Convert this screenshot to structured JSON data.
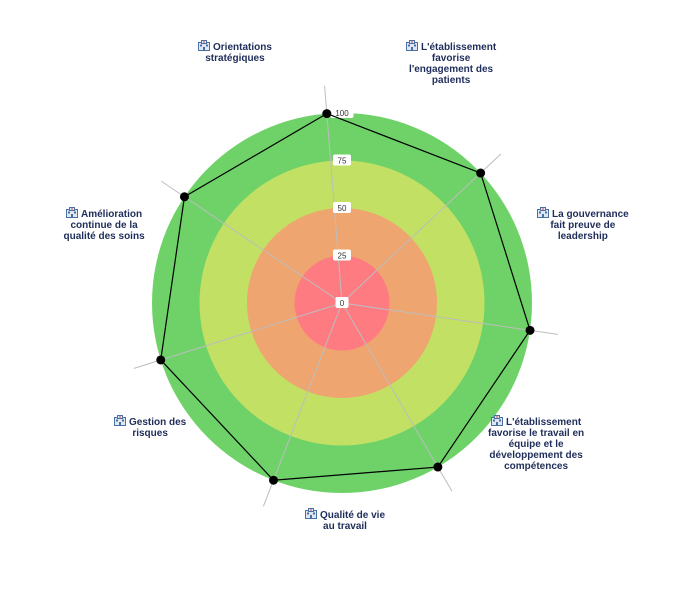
{
  "chart_data": {
    "type": "radar",
    "axes": [
      "Orientations stratégiques",
      "L'établissement favorise l'engagement des patients",
      "La gouvernance fait preuve de leadership",
      "L'établissement favorise le travail en équipe et le développement des compétences",
      "Qualité de vie au travail",
      "Gestion des risques",
      "Amélioration continue de la qualité des soins"
    ],
    "label_lines": [
      [
        "Orientations",
        "stratégiques"
      ],
      [
        "L'établissement",
        "favorise",
        "l'engagement des",
        "patients"
      ],
      [
        "La gouvernance",
        "fait preuve de",
        "leadership"
      ],
      [
        "L'établissement",
        "favorise le travail en",
        "équipe et le",
        "développement des",
        "compétences"
      ],
      [
        "Qualité de vie",
        "au travail"
      ],
      [
        "Gestion des",
        "risques"
      ],
      [
        "Amélioration",
        "continue de la",
        "qualité des soins"
      ]
    ],
    "values": [
      100,
      100,
      100,
      100,
      100,
      100,
      100
    ],
    "rlim": [
      0,
      100
    ],
    "ticks": [
      "0",
      "25",
      "50",
      "75",
      "100"
    ],
    "bands": [
      {
        "from": 0,
        "to": 25,
        "color": "#ff7b82"
      },
      {
        "from": 25,
        "to": 50,
        "color": "#eea570"
      },
      {
        "from": 50,
        "to": 75,
        "color": "#c2e064"
      },
      {
        "from": 75,
        "to": 100,
        "color": "#6ed268"
      }
    ],
    "line_color": "#000000",
    "marker_color": "#000000",
    "label_icon": "hospital-building-icon"
  }
}
